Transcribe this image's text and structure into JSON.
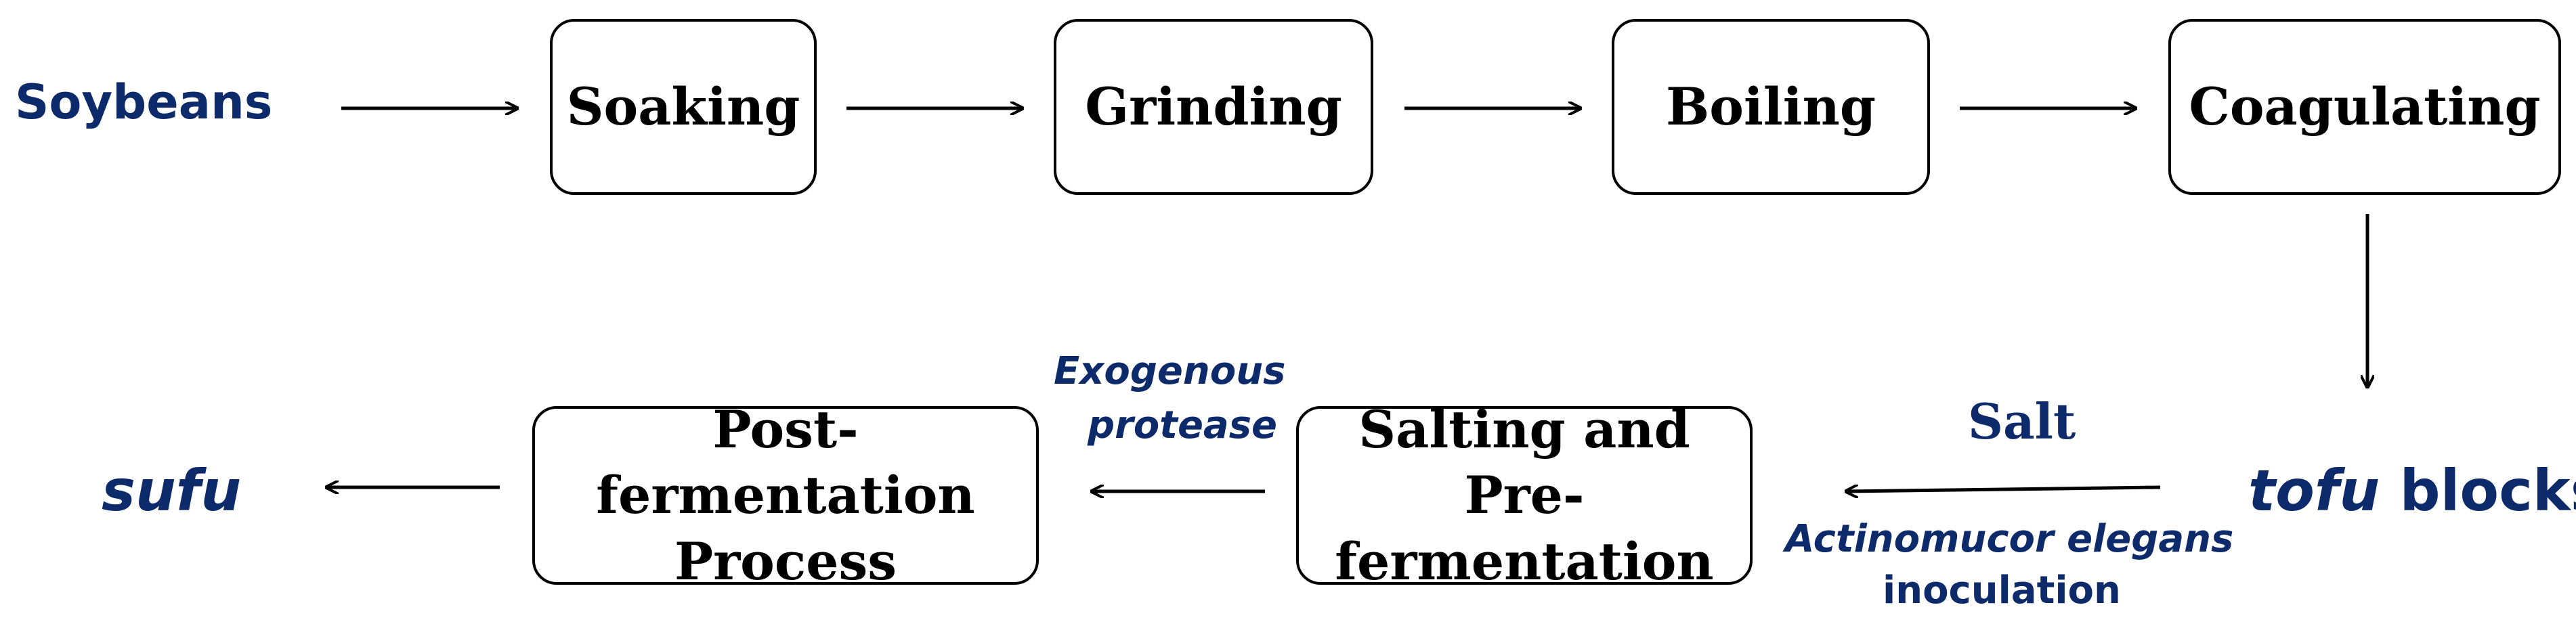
{
  "colors": {
    "label": "#0d2a6b",
    "box_border": "#000000",
    "arrow": "#000000"
  },
  "start": {
    "text": "Soybeans"
  },
  "steps": {
    "soaking": "Soaking",
    "grinding": "Grinding",
    "boiling": "Boiling",
    "coagulating": "Coagulating",
    "salting_line1": "Salting and Pre-",
    "salting_line2": "fermentation",
    "post_line1": "Post-fermentation",
    "post_line2": "Process"
  },
  "intermediate": {
    "tofu_italic": "tofu",
    "tofu_rest": " blocks"
  },
  "end": {
    "text": "sufu"
  },
  "annotations": {
    "salt": "Salt",
    "organism": "Actinomucor elegans",
    "inoculation": "inoculation",
    "exogenous": "Exogenous",
    "protease": "protease"
  }
}
